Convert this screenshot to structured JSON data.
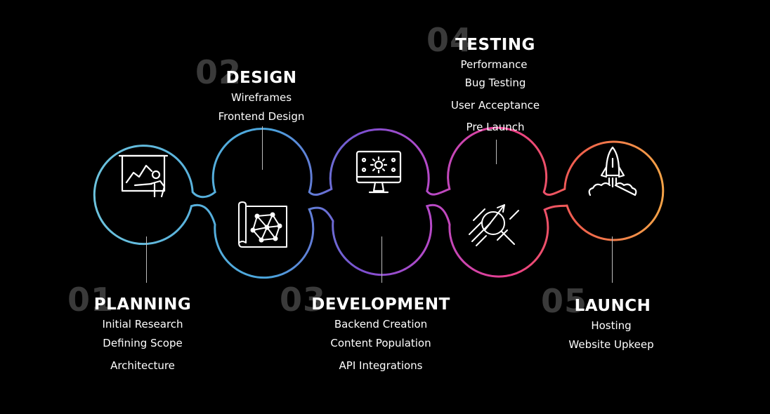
{
  "stages": [
    {
      "number": "01",
      "title": "PLANNING",
      "items": [
        "Initial Research",
        "Defining Scope",
        "Architecture"
      ],
      "icon": "presentation-board-icon"
    },
    {
      "number": "02",
      "title": "DESIGN",
      "items": [
        "Wireframes",
        "Frontend Design"
      ],
      "icon": "blueprint-network-icon"
    },
    {
      "number": "03",
      "title": "DEVELOPMENT",
      "items": [
        "Backend Creation",
        "Content Population",
        "API Integrations"
      ],
      "icon": "monitor-gear-icon"
    },
    {
      "number": "04",
      "title": "TESTING",
      "items": [
        "Performance",
        "Bug Testing",
        "User Acceptance",
        "Pre Launch"
      ],
      "icon": "target-arrow-icon"
    },
    {
      "number": "05",
      "title": "LAUNCH",
      "items": [
        "Hosting",
        "Website Upkeep"
      ],
      "icon": "rocket-icon"
    }
  ],
  "colors": {
    "background": "#000000",
    "number_text": "#3a3a3a",
    "gradient": [
      "#6cc3dd",
      "#4aa4dc",
      "#7d4fd0",
      "#b74ac8",
      "#ea3e8c",
      "#f0604c",
      "#f4a247"
    ]
  }
}
